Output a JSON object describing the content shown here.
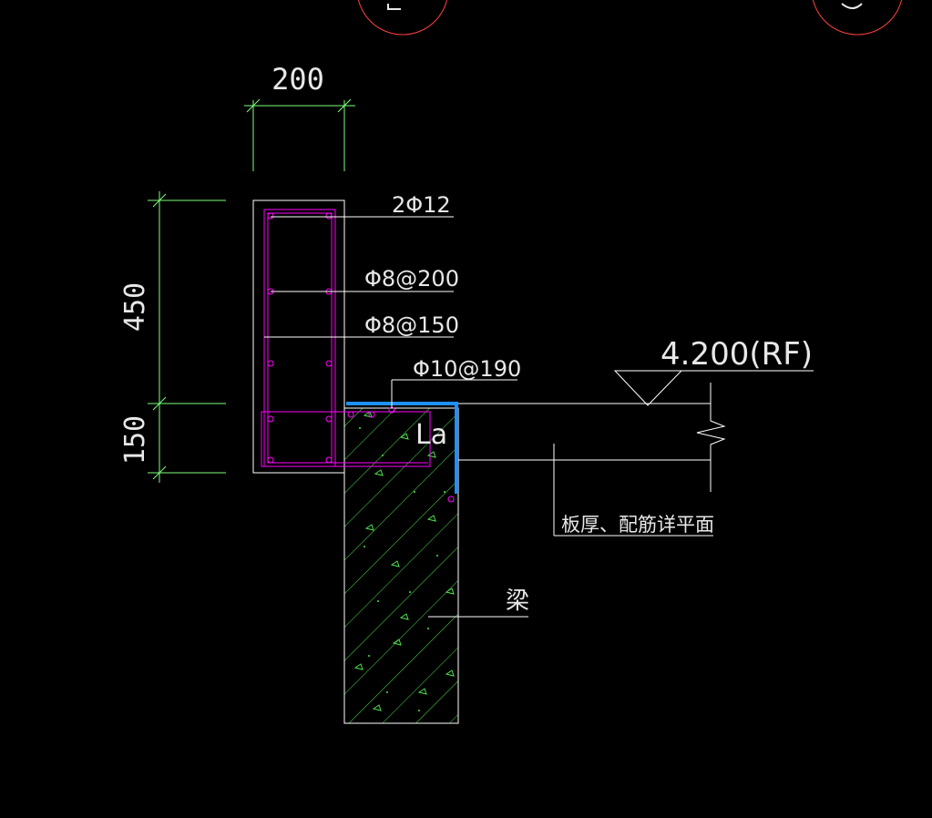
{
  "dimensions": {
    "width_top": "200",
    "height_upper": "450",
    "height_lower": "150"
  },
  "rebar_labels": {
    "top_bars": "2Φ12",
    "stirrup_1": "Φ8@200",
    "stirrup_2": "Φ8@150",
    "slab_bar": "Φ10@190"
  },
  "elevation": "4.200(RF)",
  "anchor_label": "La",
  "slab_note": "板厚、配筋详平面",
  "beam_label": "梁",
  "colors": {
    "background": "#000000",
    "outline": "#ffffff",
    "dimension": "#7cff7c",
    "rebar": "#ff00ff",
    "slab_rebar": "#1e90ff",
    "hatch": "#4ce24c",
    "axis_circle": "#ff4040"
  }
}
